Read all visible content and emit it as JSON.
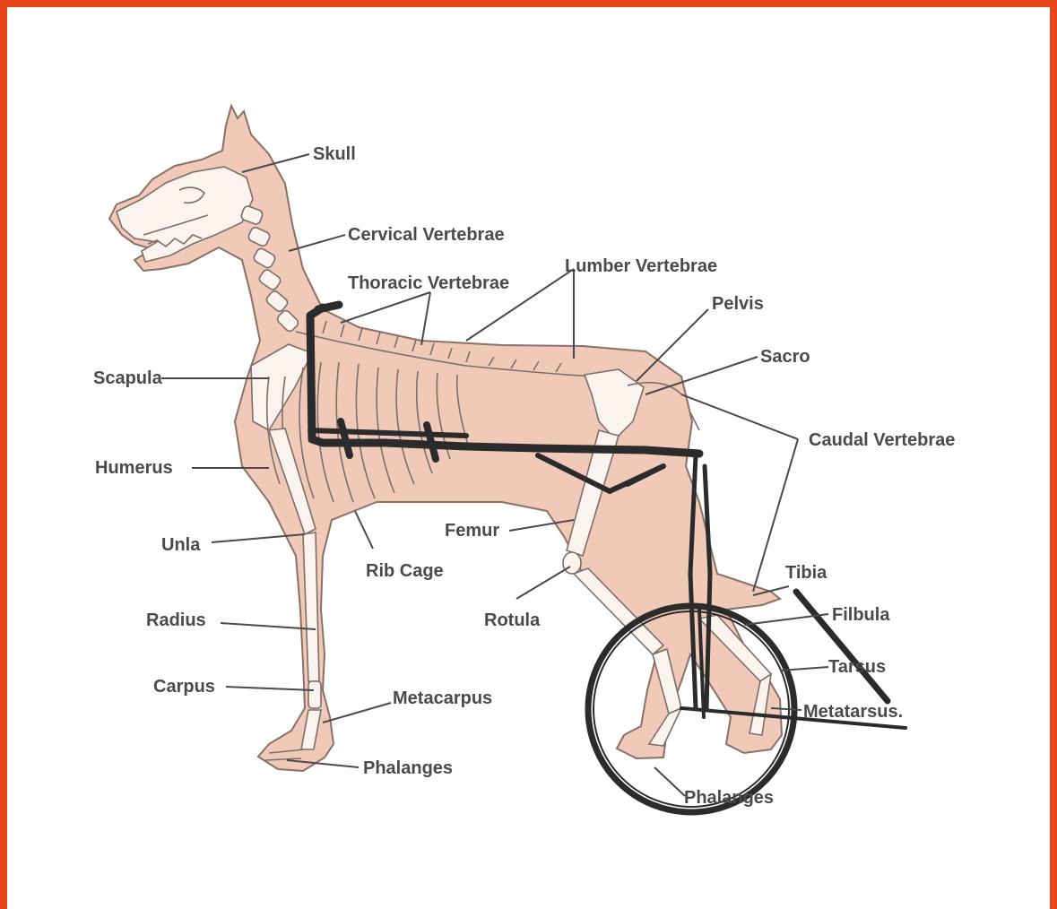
{
  "colors": {
    "border": "#e8471b",
    "body": "#f1c9b9",
    "bone": "#fbf3ee",
    "label": "#4a4a4a",
    "cart": "#2b2b2b"
  },
  "labels": {
    "skull": "Skull",
    "cervical_vertebrae": "Cervical Vertebrae",
    "thoracic_vertebrae": "Thoracic Vertebrae",
    "lumber_vertebrae": "Lumber Vertebrae",
    "pelvis": "Pelvis",
    "sacro": "Sacro",
    "caudal_vertebrae": "Caudal Vertebrae",
    "scapula": "Scapula",
    "humerus": "Humerus",
    "unla": "Unla",
    "radius": "Radius",
    "carpus": "Carpus",
    "rib_cage": "Rib Cage",
    "femur": "Femur",
    "rotula": "Rotula",
    "metacarpus": "Metacarpus",
    "phalanges_front": "Phalanges",
    "tibia": "Tibia",
    "filbula": "Filbula",
    "tarsus": "Tarsus",
    "metatarsus": "Metatarsus.",
    "phalanges_rear": "Phalanges"
  }
}
